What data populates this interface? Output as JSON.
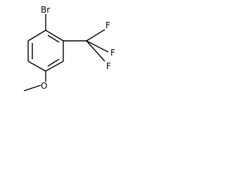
{
  "molecule": {
    "atoms": {
      "bromine": "Br",
      "oxygen": "O",
      "fluorine_top": "F",
      "fluorine_right": "F",
      "fluorine_bottom": "F"
    },
    "colors": {
      "bond": "#000000",
      "label": "#000000",
      "background": "#ffffff"
    }
  }
}
